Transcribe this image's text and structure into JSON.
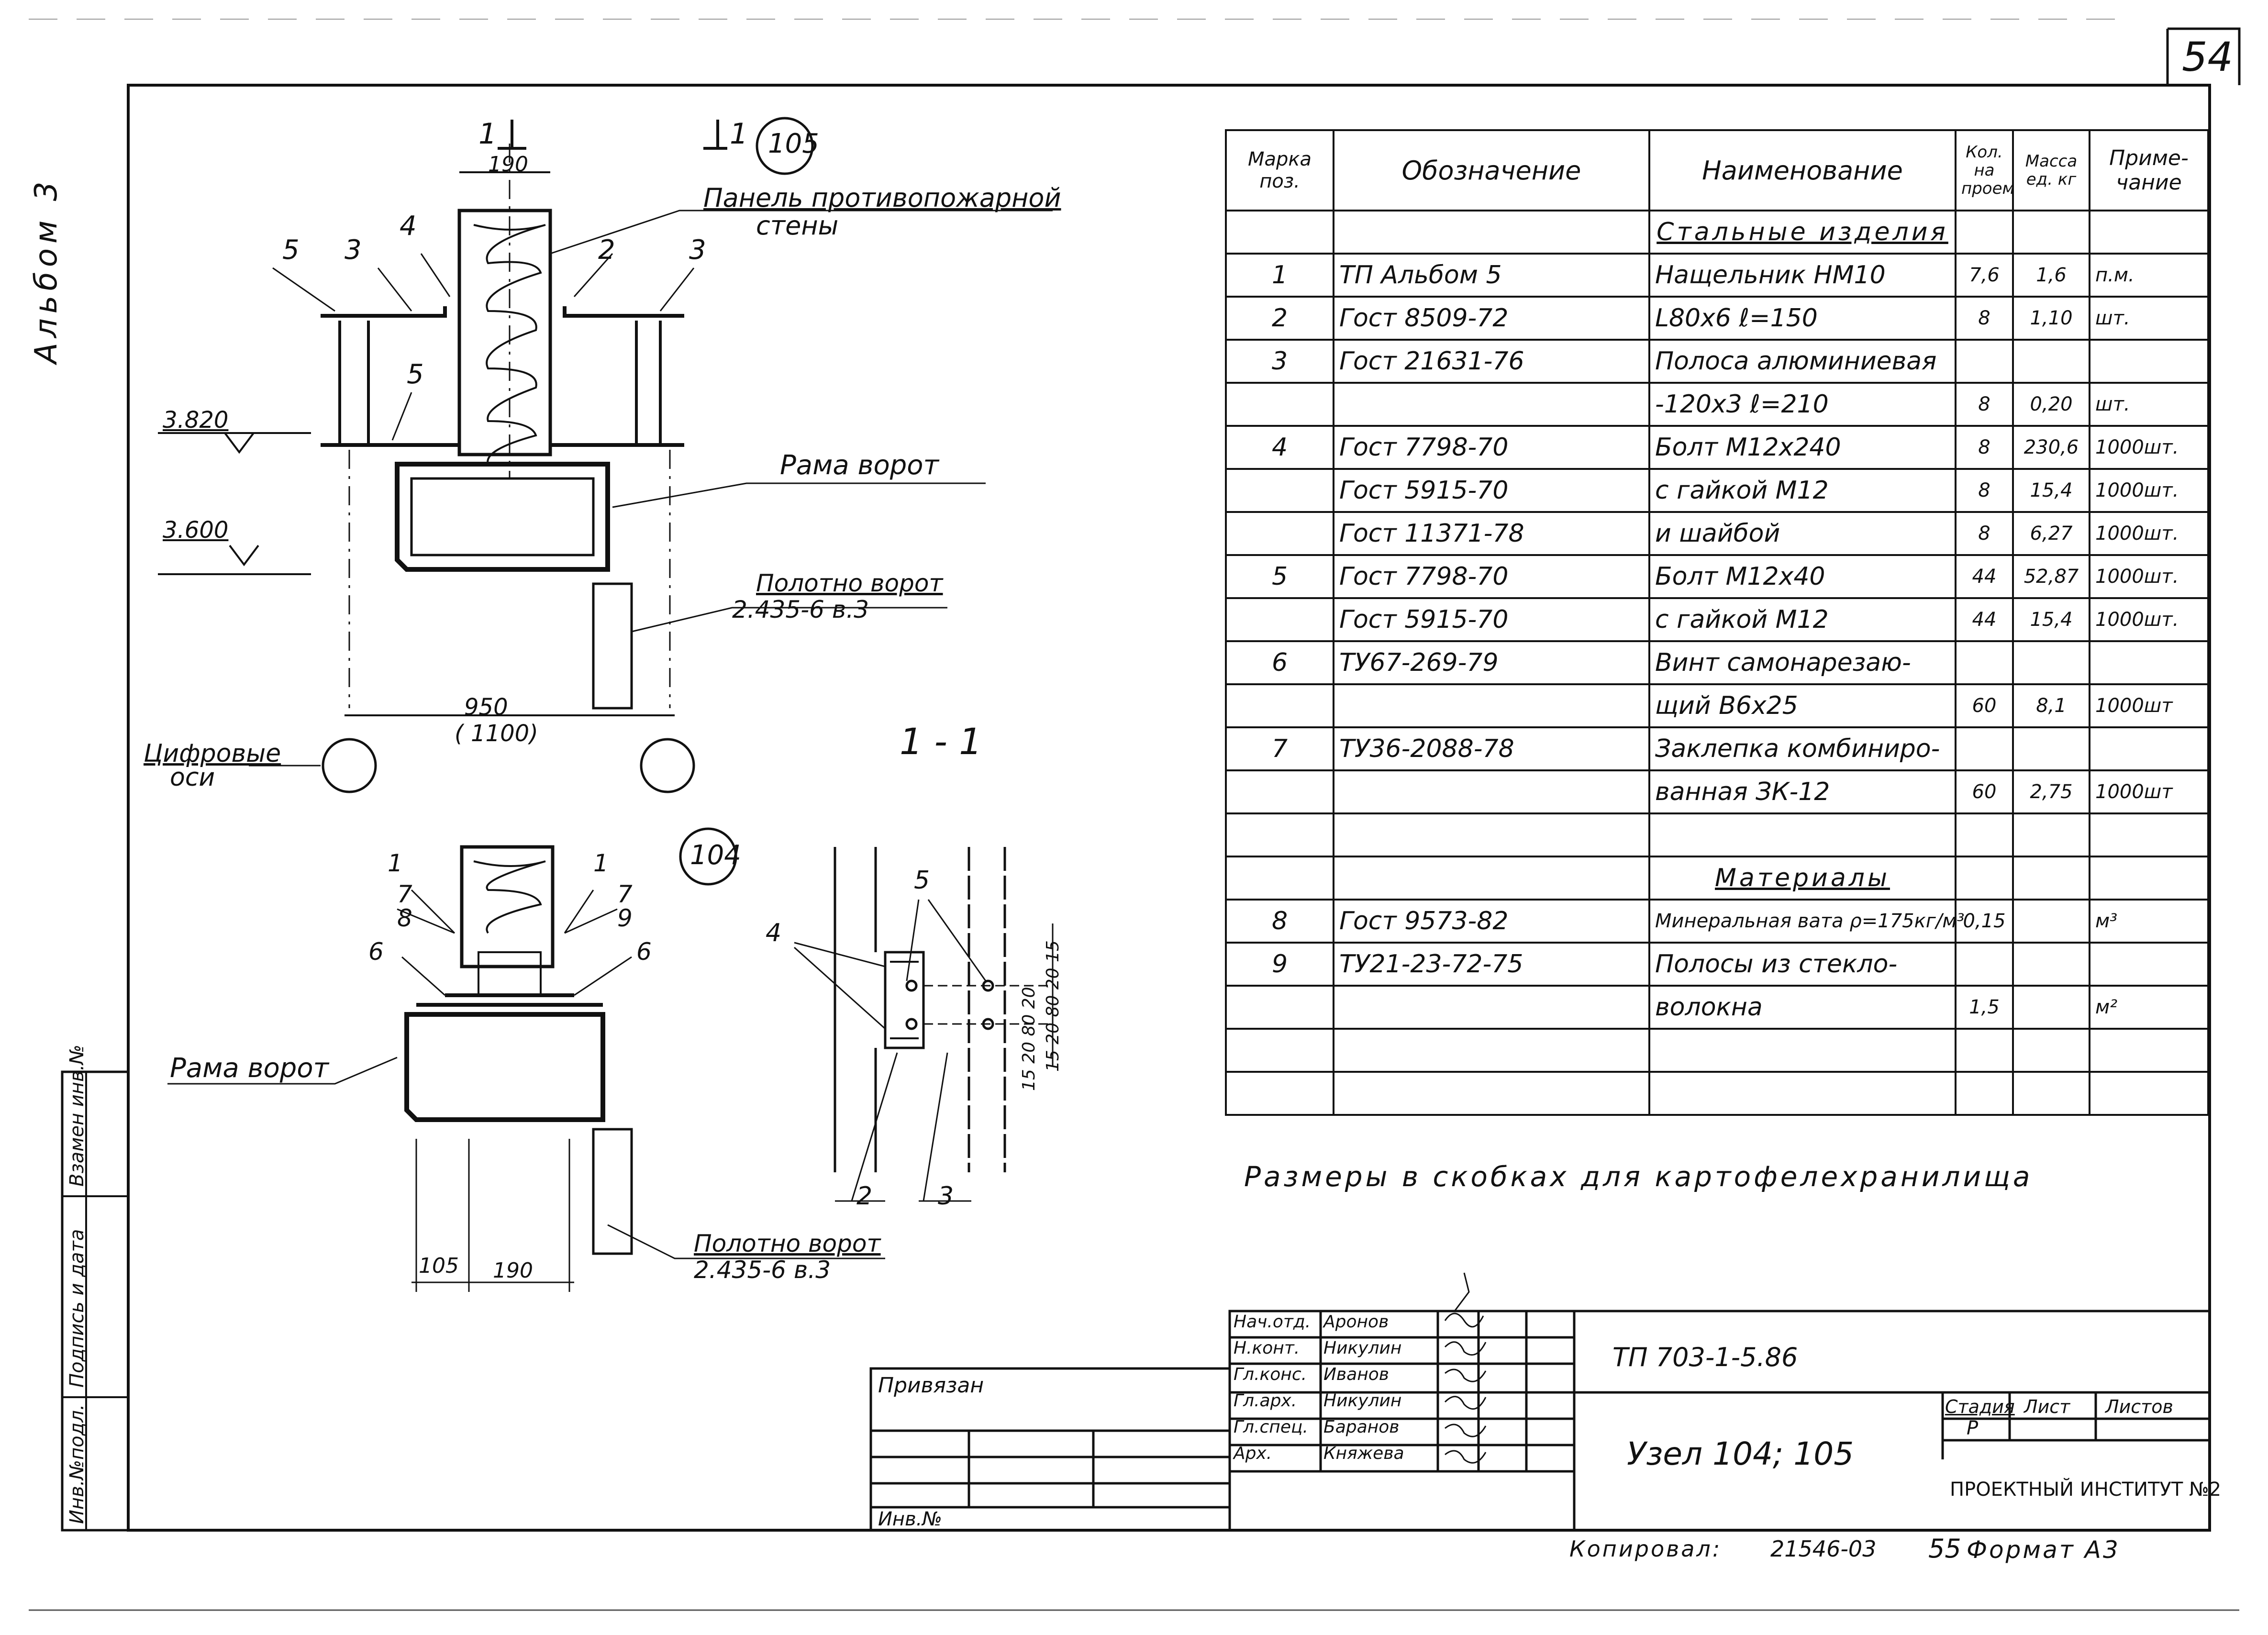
{
  "sheet_number": "54",
  "album_label": "Альбом 3",
  "left_stamp": {
    "col1": "Инв.№подл.",
    "col2": "Подпись и дата",
    "col3": "Взамен инв.№"
  },
  "node_105": {
    "number": "105",
    "section_mark_left": "1",
    "section_mark_right": "1",
    "dim_190": "190",
    "panel_label_line1": "Панель противопожарной",
    "panel_label_line2": "стены",
    "callouts": [
      "5",
      "3",
      "4",
      "2",
      "3",
      "5"
    ],
    "level_1": "3.820",
    "level_2": "3.600",
    "frame_label": "Рама ворот",
    "leaf_label_line1": "Полотно ворот",
    "leaf_label_line2": "2.435-6 в.3",
    "dim_950": "950",
    "dim_1100": "( 1100)",
    "axes_label_line1": "Цифровые",
    "axes_label_line2": "оси",
    "section_title": "1 - 1"
  },
  "node_104": {
    "number": "104",
    "callouts": [
      "1",
      "7",
      "8",
      "6",
      "1",
      "7",
      "9",
      "6"
    ],
    "frame_label": "Рама ворот",
    "leaf_label_line1": "Полотно ворот",
    "leaf_label_line2": "2.435-6 в.3",
    "dim_105": "105",
    "dim_190": "190"
  },
  "section_detail": {
    "callout_5": "5",
    "callout_4": "4",
    "callout_2": "2",
    "callout_3": "3",
    "dims_right": "15 20 80 20 15",
    "dims_left": "15 20 80 20"
  },
  "spec_table": {
    "headers": {
      "mark": "Марка поз.",
      "designation": "Обозначение",
      "name": "Наименование",
      "qty": "Кол. на проем",
      "mass": "Масса ед. кг",
      "note": "Приме- чание"
    },
    "rows": [
      {
        "mark": "",
        "designation": "",
        "name": "Стальные изделия",
        "qty": "",
        "mass": "",
        "note": "",
        "section": true
      },
      {
        "mark": "1",
        "designation": "ТП          Альбом 5",
        "name": "Нащельник НМ10",
        "qty": "7,6",
        "mass": "1,6",
        "note": "п.м."
      },
      {
        "mark": "2",
        "designation": "Гост 8509-72",
        "name": "L80х6   ℓ=150",
        "qty": "8",
        "mass": "1,10",
        "note": "шт."
      },
      {
        "mark": "3",
        "designation": "Гост 21631-76",
        "name": "Полоса алюминиевая",
        "qty": "",
        "mass": "",
        "note": ""
      },
      {
        "mark": "",
        "designation": "",
        "name": "-120х3  ℓ=210",
        "qty": "8",
        "mass": "0,20",
        "note": "шт."
      },
      {
        "mark": "4",
        "designation": "Гост 7798-70",
        "name": "Болт М12х240",
        "qty": "8",
        "mass": "230,6",
        "note": "1000шт."
      },
      {
        "mark": "",
        "designation": "Гост 5915-70",
        "name": "с гайкой М12",
        "qty": "8",
        "mass": "15,4",
        "note": "1000шт."
      },
      {
        "mark": "",
        "designation": "Гост 11371-78",
        "name": "и шайбой",
        "qty": "8",
        "mass": "6,27",
        "note": "1000шт."
      },
      {
        "mark": "5",
        "designation": "Гост 7798-70",
        "name": "Болт М12х40",
        "qty": "44",
        "mass": "52,87",
        "note": "1000шт."
      },
      {
        "mark": "",
        "designation": "Гост 5915-70",
        "name": "с гайкой М12",
        "qty": "44",
        "mass": "15,4",
        "note": "1000шт."
      },
      {
        "mark": "6",
        "designation": "ТУ67-269-79",
        "name": "Винт самонарезаю-",
        "qty": "",
        "mass": "",
        "note": ""
      },
      {
        "mark": "",
        "designation": "",
        "name": "щий В6х25",
        "qty": "60",
        "mass": "8,1",
        "note": "1000шт"
      },
      {
        "mark": "7",
        "designation": "ТУ36-2088-78",
        "name": "Заклепка комбиниро-",
        "qty": "",
        "mass": "",
        "note": ""
      },
      {
        "mark": "",
        "designation": "",
        "name": "ванная ЗК-12",
        "qty": "60",
        "mass": "2,75",
        "note": "1000шт"
      },
      {
        "mark": "",
        "designation": "",
        "name": "",
        "qty": "",
        "mass": "",
        "note": ""
      },
      {
        "mark": "",
        "designation": "",
        "name": "Материалы",
        "qty": "",
        "mass": "",
        "note": "",
        "section": true
      },
      {
        "mark": "8",
        "designation": "Гост 9573-82",
        "name": "Минеральная вата ρ=175кг/м³",
        "qty": "0,15",
        "mass": "",
        "note": "м³"
      },
      {
        "mark": "9",
        "designation": "ТУ21-23-72-75",
        "name": "Полосы из стекло-",
        "qty": "",
        "mass": "",
        "note": ""
      },
      {
        "mark": "",
        "designation": "",
        "name": "волокна",
        "qty": "1,5",
        "mass": "",
        "note": "м²"
      },
      {
        "mark": "",
        "designation": "",
        "name": "",
        "qty": "",
        "mass": "",
        "note": ""
      },
      {
        "mark": "",
        "designation": "",
        "name": "",
        "qty": "",
        "mass": "",
        "note": ""
      }
    ]
  },
  "note": "Размеры в скобках для картофелехранилища",
  "title_block": {
    "bound_label": "Привязан",
    "inv_label": "Инв.№",
    "staff": [
      {
        "role": "Нач.отд.",
        "name": "Аронов"
      },
      {
        "role": "Н.конт.",
        "name": "Никулин"
      },
      {
        "role": "Гл.конс.",
        "name": "Иванов"
      },
      {
        "role": "Гл.арх.",
        "name": "Никулин"
      },
      {
        "role": "Гл.спец.",
        "name": "Баранов"
      },
      {
        "role": "Арх.",
        "name": "Княжева"
      }
    ],
    "project_code": "ТП 703-1-5.86",
    "sheet_title": "Узел 104; 105",
    "stage_label": "Стадия",
    "sheet_label": "Лист",
    "sheets_label": "Листов",
    "stage_value": "Р",
    "organization": "ПРОЕКТНЫЙ ИНСТИТУТ №2"
  },
  "footer": {
    "copied": "Копировал:",
    "order": "21546-03",
    "page": "55",
    "format": "Формат А3"
  }
}
